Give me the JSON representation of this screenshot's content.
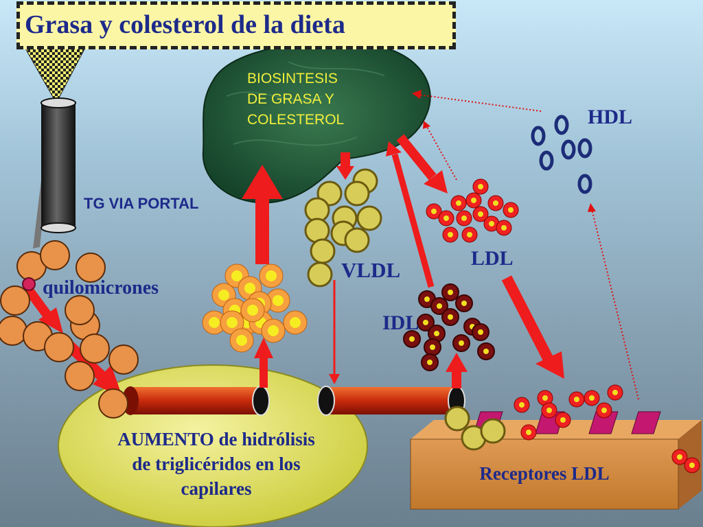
{
  "diagram": {
    "title": "Grasa y colesterol de la dieta",
    "biosynthesis_lines": [
      "BIOSINTESIS",
      "DE GRASA Y",
      "COLESTEROL"
    ],
    "labels": {
      "hdl": "HDL",
      "tg_portal": "TG VIA PORTAL",
      "vldl": "VLDL",
      "ldl": "LDL",
      "idl": "IDL",
      "quilomicrones": "quilomicrones",
      "receptores": "Receptores LDL"
    },
    "hydrolysis_lines": [
      "AUMENTO de hidrólisis",
      "de triglicéridos en los",
      "capilares"
    ]
  },
  "colors": {
    "title_text": "#1d2a8a",
    "title_bg": "#fbf6a6",
    "liver": "#1f5a36",
    "arrow": "#ee1c1c",
    "chylomicron": "#e8924a",
    "vldl": "#d7cc58",
    "idl": "#7a1010",
    "ldl": "#ee2222",
    "hdl": "#1c2c78",
    "capillary": "#d83010",
    "ellipse": "#e6e860",
    "box": "#d08a40"
  },
  "icons": [
    "funnel-icon",
    "intestine-tube-icon",
    "liver-blob-icon"
  ]
}
